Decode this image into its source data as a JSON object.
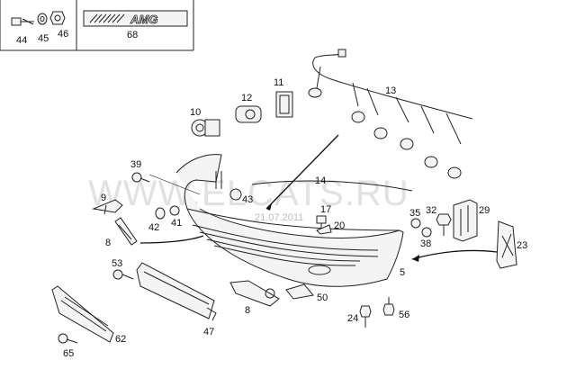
{
  "inset": {
    "callouts": [
      "44",
      "45",
      "46",
      "68"
    ],
    "emblem_text": "AMG"
  },
  "watermark": {
    "text": "WWW.ELCATS.RU",
    "date_text": "21.07.2011"
  },
  "callouts": {
    "c5": "5",
    "c8a": "8",
    "c8b": "8",
    "c9": "9",
    "c10": "10",
    "c11": "11",
    "c12": "12",
    "c13": "13",
    "c14": "14",
    "c17": "17",
    "c20": "20",
    "c23": "23",
    "c24": "24",
    "c29": "29",
    "c32": "32",
    "c35": "35",
    "c38": "38",
    "c39": "39",
    "c41": "41",
    "c42": "42",
    "c43": "43",
    "c47": "47",
    "c50": "50",
    "c53": "53",
    "c56": "56",
    "c62": "62",
    "c65": "65"
  },
  "colors": {
    "line": "#222222",
    "background": "#ffffff",
    "watermark": "#c8c8c8"
  }
}
